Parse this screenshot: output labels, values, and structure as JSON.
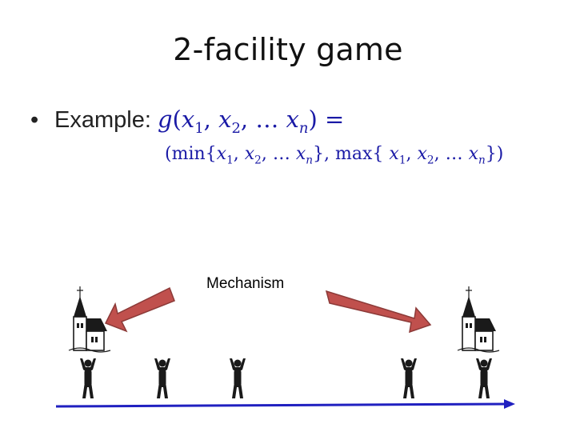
{
  "slide": {
    "title": "2-facility game",
    "bullet": "•",
    "example_label": "Example:",
    "formula_line1": {
      "g": "g",
      "open": "(",
      "x1_var": "x",
      "x1_sub": "1",
      "sep1": ", ",
      "x2_var": "x",
      "x2_sub": "2",
      "sep2": ", … ",
      "xn_var": "x",
      "xn_sub": "n",
      "close_eq": ") ="
    },
    "formula_line2": {
      "min_open": "(min{",
      "a_x1_var": "x",
      "a_x1_sub": "1",
      "a_sep1": ", ",
      "a_x2_var": "x",
      "a_x2_sub": "2",
      "a_sep2": ", … ",
      "a_xn_var": "x",
      "a_xn_sub": "n",
      "min_close_max_open": "}, max{ ",
      "b_x1_var": "x",
      "b_x1_sub": "1",
      "b_sep1": ", ",
      "b_x2_var": "x",
      "b_x2_sub": "2",
      "b_sep2": ", … ",
      "b_xn_var": "x",
      "b_xn_sub": "n",
      "max_close": "})"
    },
    "mechanism_label": "Mechanism",
    "colors": {
      "math": "#1a1aa6",
      "arrow_fill": "#c0504d",
      "arrow_stroke": "#8c3a38",
      "axis": "#2020c0",
      "figure": "#1a1a1a"
    }
  }
}
